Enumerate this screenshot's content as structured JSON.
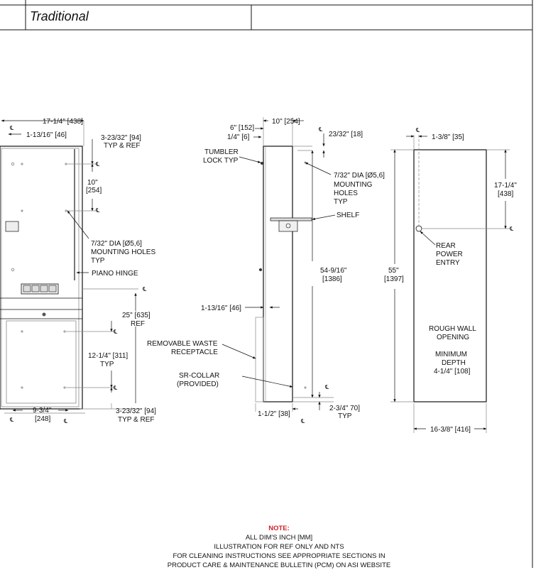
{
  "header": {
    "style_name": "Traditional"
  },
  "labels": {
    "front": {
      "width": "17-1/4\" [438]",
      "cl_offset": "1-13/16\" [46]",
      "top_ref_1": "3-23/32\" [94]",
      "top_ref_2": "TYP & REF",
      "hole_spacing_1": "10\"",
      "hole_spacing_2": "[254]",
      "holes_1": "7/32\" DIA [Ø5,6]",
      "holes_2": "MOUNTING HOLES",
      "holes_3": "TYP",
      "hinge": "PIANO HINGE",
      "ref25_1": "25\" [635]",
      "ref25_2": "REF",
      "v12_1": "12-1/4\" [311]",
      "v12_2": "TYP",
      "bottom_w_1": "9-3/4\"",
      "bottom_w_2": "[248]",
      "bottom_ref_1": "3-23/32\" [94]",
      "bottom_ref_2": "TYP & REF"
    },
    "side": {
      "d6": "6\" [152]",
      "d14": "1/4\" [6]",
      "d10": "10\" [254]",
      "d2332": "23/32\" [18]",
      "tumbler_1": "TUMBLER",
      "tumbler_2": "LOCK TYP",
      "holes_1": "7/32\" DIA [Ø5,6]",
      "holes_2": "MOUNTING",
      "holes_3": "HOLES",
      "holes_4": "TYP",
      "shelf": "SHELF",
      "h54_1": "54-9/16\"",
      "h54_2": "[1386]",
      "d1_13_16": "1-13/16\" [46]",
      "waste_1": "REMOVABLE WASTE",
      "waste_2": "RECEPTACLE",
      "collar_1": "SR-COLLAR",
      "collar_2": "(PROVIDED)",
      "d1_1_2": "1-1/2\" [38]",
      "d2_3_4_1": "2-3/4\" 70]",
      "d2_3_4_2": "TYP"
    },
    "rough": {
      "d1_3_8": "1-3/8\" [35]",
      "h17_1": "17-1/4\"",
      "h17_2": "[438]",
      "h55_1": "55\"",
      "h55_2": "[1397]",
      "rear_1": "REAR",
      "rear_2": "POWER",
      "rear_3": "ENTRY",
      "opening_1": "ROUGH WALL",
      "opening_2": "OPENING",
      "min_1": "MINIMUM",
      "min_2": "DEPTH",
      "min_3": "4-1/4\" [108]",
      "w16": "16-3/8\" [416]"
    },
    "cl": "℄"
  },
  "note": {
    "heading": "NOTE:",
    "line1": "ALL DIM'S INCH [MM]",
    "line2": "ILLUSTRATION FOR REF ONLY AND NTS",
    "line3": "FOR CLEANING INSTRUCTIONS SEE APPROPRIATE SECTIONS IN",
    "line4": "PRODUCT CARE & MAINTENANCE BULLETIN (PCM) ON ASI WEBSITE"
  },
  "colors": {
    "line": "#111111",
    "note_heading": "#d0202a"
  }
}
